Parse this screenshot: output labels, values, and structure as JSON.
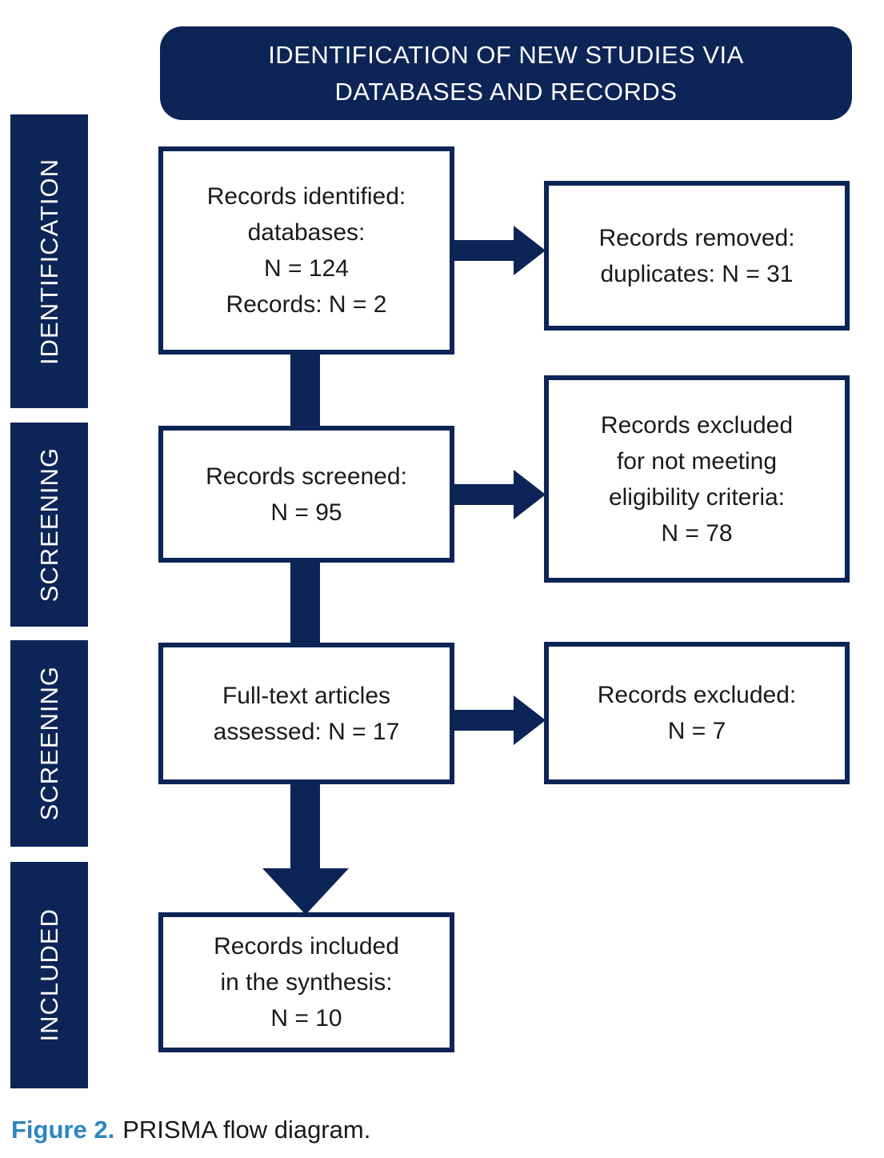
{
  "palette": {
    "navy": "#0d2456",
    "accent_blue": "#2c85bf",
    "box_background": "#ffffff",
    "text_dark": "#1a1a1a"
  },
  "header": {
    "title": "IDENTIFICATION OF NEW STUDIES VIA DATABASES AND RECORDS"
  },
  "stages": [
    {
      "label": "IDENTIFICATION"
    },
    {
      "label": "SCREENING"
    },
    {
      "label": "SCREENING"
    },
    {
      "label": "INCLUDED"
    }
  ],
  "boxes": {
    "records_identified": {
      "lines": [
        "Records identified:",
        "databases:",
        "N = 124",
        "Records: N = 2"
      ]
    },
    "records_removed": {
      "lines": [
        "Records removed:",
        "duplicates: N = 31"
      ]
    },
    "records_screened": {
      "lines": [
        "Records screened:",
        "N = 95"
      ]
    },
    "records_excluded_eligibility": {
      "lines": [
        "Records excluded",
        "for not meeting",
        "eligibility criteria:",
        "N = 78"
      ]
    },
    "fulltext_assessed": {
      "lines": [
        "Full-text articles",
        "assessed: N = 17"
      ]
    },
    "records_excluded": {
      "lines": [
        "Records excluded:",
        "N = 7"
      ]
    },
    "records_included": {
      "lines": [
        "Records included",
        "in the synthesis:",
        "N = 10"
      ]
    }
  },
  "caption": {
    "figure_label": "Figure 2.",
    "text": "PRISMA flow diagram."
  }
}
